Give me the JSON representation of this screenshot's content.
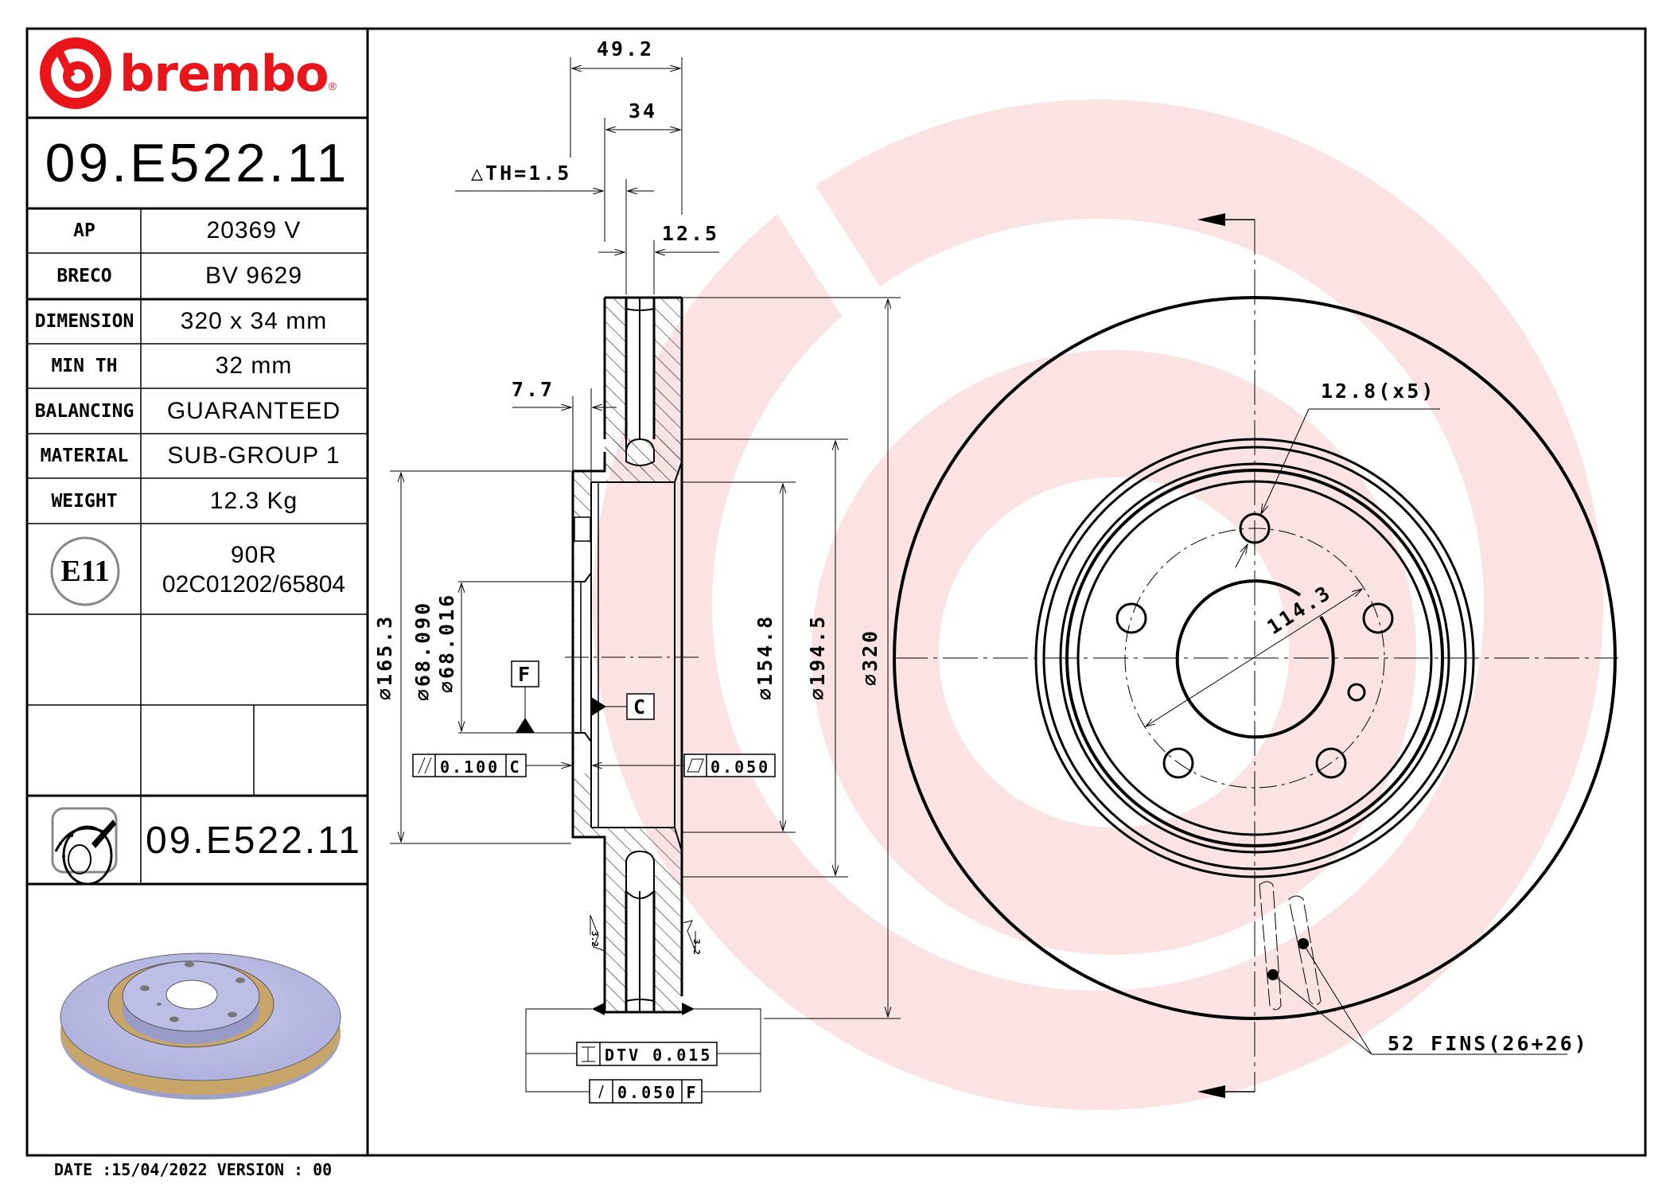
{
  "brand": {
    "name": "brembo",
    "registered_mark": "®",
    "color": "#e8161b"
  },
  "title_block": {
    "part_number": "09.E522.11",
    "specs": [
      {
        "label": "AP",
        "value": "20369 V"
      },
      {
        "label": "BRECO",
        "value": "BV 9629"
      },
      {
        "label": "DIMENSION",
        "value": "320 x 34 mm"
      },
      {
        "label": "MIN TH",
        "value": "32 mm"
      },
      {
        "label": "BALANCING",
        "value": "GUARANTEED"
      },
      {
        "label": "MATERIAL",
        "value": "SUB-GROUP 1"
      },
      {
        "label": "WEIGHT",
        "value": "12.3 Kg"
      }
    ],
    "approval": {
      "mark": "E11",
      "line1": "90R",
      "line2": "02C01202/65804"
    },
    "footer_part_number": "09.E522.11",
    "icon": "brake-disc-painting-icon"
  },
  "footer": {
    "text": "DATE :15/04/2022 VERSION : 00"
  },
  "section_view": {
    "dims": {
      "overall_width": "49.2",
      "thickness": "34",
      "delta_th": "△TH=1.5",
      "friction_ring": "12.5",
      "hat_wall": "7.7",
      "d_165": "⌀165.3",
      "d_bore_max": "⌀68.090",
      "d_bore_min": "⌀68.016",
      "d_154": "⌀154.8",
      "d_194": "⌀194.5",
      "d_320": "⌀320",
      "roughness_left": "3.2",
      "roughness_right": "3.2"
    },
    "datums": {
      "f": "F",
      "c": "C"
    },
    "tolerances": {
      "parallelism_value": "0.100",
      "parallelism_ref": "C",
      "flatness_value": "0.050",
      "dtv": "DTV 0.015",
      "runout_value": "0.050",
      "runout_ref": "F"
    }
  },
  "front_view": {
    "bolt_hole": "12.8(x5)",
    "pcd": "114.3",
    "fins": "52 FINS(26+26)"
  },
  "colors": {
    "watermark": "#fbe3e3",
    "disc_face": "#b9bbe3",
    "disc_vanes": "#c8a66a",
    "line": "#000000"
  }
}
